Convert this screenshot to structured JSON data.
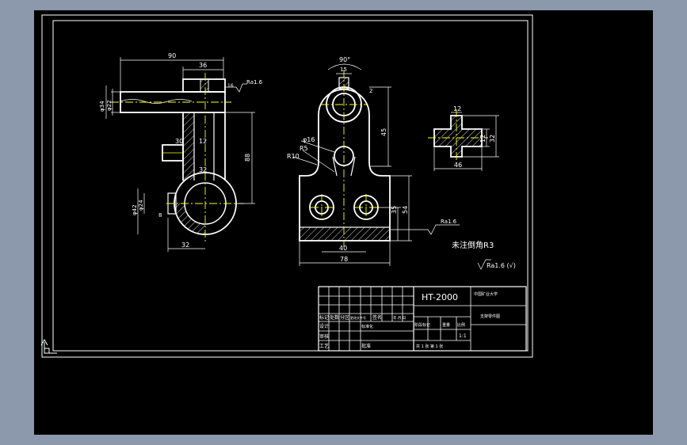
{
  "colors": {
    "background": "#000000",
    "frame": "#8c98ab",
    "line": "#ffffff",
    "center": "#ffff00"
  },
  "views": {
    "front": {
      "dims": {
        "w90": "90",
        "w36": "36",
        "r16": "16",
        "phi34": "φ34",
        "phi22": "φ22",
        "h88": "88",
        "d30": "30",
        "d12": "12",
        "d32": "32",
        "phi42": "φ42",
        "phi24": "φ24",
        "r8": "8",
        "w32": "32",
        "rough": "Ra1.6"
      }
    },
    "side": {
      "dims": {
        "ang": "90°",
        "d15": "15",
        "d2": "2",
        "h45": "45",
        "phi16": "φ16",
        "r5": "R5",
        "r10": "R10",
        "h35": "35",
        "h54": "54",
        "w40": "40",
        "w78": "78",
        "rough": "Ra1.6"
      }
    },
    "section": {
      "dims": {
        "w12": "12",
        "h12": "12",
        "h32": "32",
        "w46": "46"
      }
    }
  },
  "notes": {
    "unmarked_fillet": "未注倒角R3",
    "general_rough": "Ra1.6 (√)"
  },
  "title_block": {
    "drawing_no": "HT-2000",
    "school": "中国矿业大学",
    "part_name": "支架零件图",
    "header_cells": [
      "标记",
      "处数",
      "分区",
      "更改文件号",
      "签名",
      "年.月.日"
    ],
    "design": "设计",
    "standardize": "标准化",
    "stage_mark": "阶段标记",
    "weight": "重量",
    "scale": "比例",
    "scale_value": "1:1",
    "review": "审核",
    "process": "工艺",
    "approve": "批准",
    "sheet": "共 1 张  第 1 张"
  }
}
